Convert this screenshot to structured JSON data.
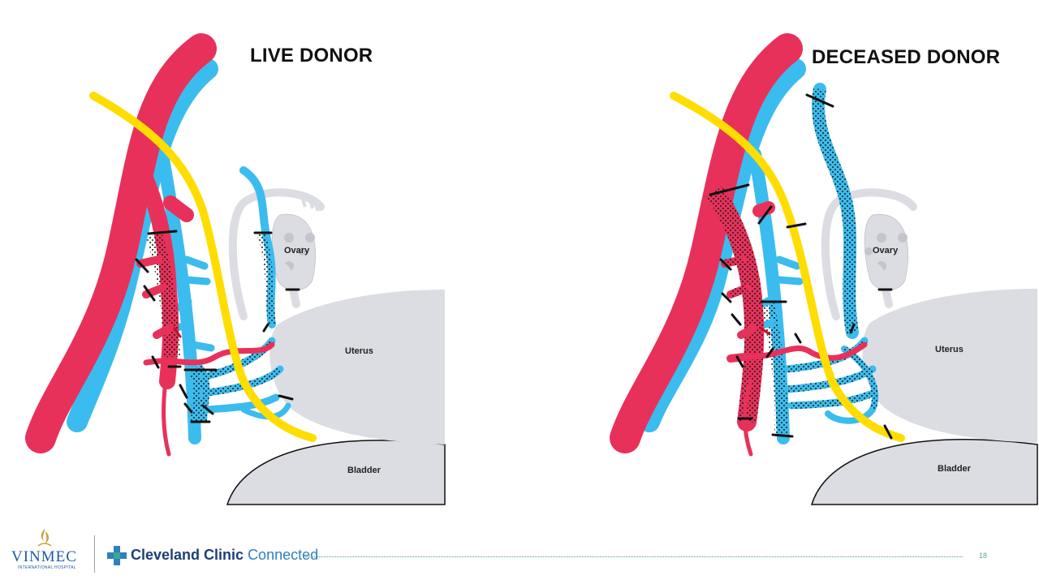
{
  "slide": {
    "left_panel": {
      "title": "LIVE DONOR",
      "labels": {
        "ovary": "Ovary",
        "uterus": "Uterus",
        "bladder": "Bladder"
      }
    },
    "right_panel": {
      "title": "DECEASED DONOR",
      "labels": {
        "ovary": "Ovary",
        "uterus": "Uterus",
        "bladder": "Bladder"
      }
    },
    "colors": {
      "artery": "#e8315a",
      "vein": "#3bbcee",
      "ureter": "#ffdd00",
      "organ": "#dcdde3",
      "clamp": "#111111"
    }
  },
  "footer": {
    "vinmec_name": "VINMEC",
    "vinmec_subtitle": "INTERNATIONAL HOSPITAL",
    "cleveland_bold": "Cleveland Clinic",
    "cleveland_light": "Connected",
    "page_number": "18"
  }
}
